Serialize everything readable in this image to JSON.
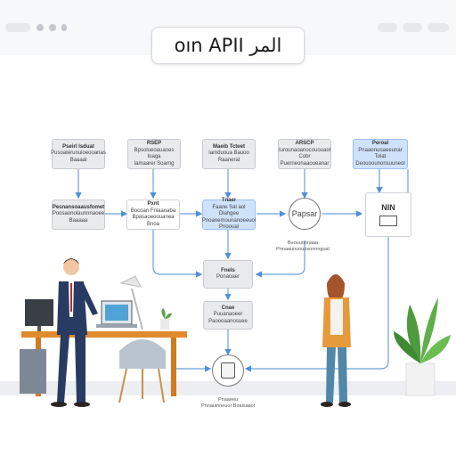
{
  "title": {
    "text": "oın APII المر"
  },
  "top_nodes": [
    {
      "title": "Pseirl Isduat",
      "sub": "Pusoaterunuioeouanas\nBaaaal"
    },
    {
      "title": "RSEP",
      "sub": "Bpsolueoauaoes Ioaga\nIamaarer Soarng"
    },
    {
      "title": "Maeib Tcteet",
      "sub": "Iamduoua Bauoo\nRaaneral"
    },
    {
      "title": "ARSCP",
      "sub": "Iurounaoanocououaol Cobr\nPuerneonaaoueanar"
    },
    {
      "title": "Peroal",
      "sub": "Pnaaonuoaeeunar Tolat\nDeouoounonsuuneol"
    }
  ],
  "mid_nodes": [
    {
      "title": "Pesnansoaausfomet",
      "sub": "Poosaonolaunnnaoee\nBaaaaa"
    },
    {
      "title": "Pxnt",
      "sub": "Bocoan Fnlaaoaba\nBpasaoeoouanea Bnoa"
    },
    {
      "title": "Tnaer",
      "sub": "Faane Sal aol Dlahgee\nPnoanemounanoeeuol\nPnooual"
    },
    {
      "label": "Papsar"
    },
    {
      "label": "NIN"
    }
  ],
  "mid_caption": "Buouuoonaaa\nPnnaaunuouosonnngual",
  "lower_nodes": [
    {
      "title": "Fnels",
      "sub": "Ponaoaer"
    },
    {
      "title": "Cnae",
      "sub": "Puuanaoeer\nPaoooaanosuee"
    }
  ],
  "bottom_caption": "Pnaaeeu\nPnnauinneuor Boaisaaol"
}
